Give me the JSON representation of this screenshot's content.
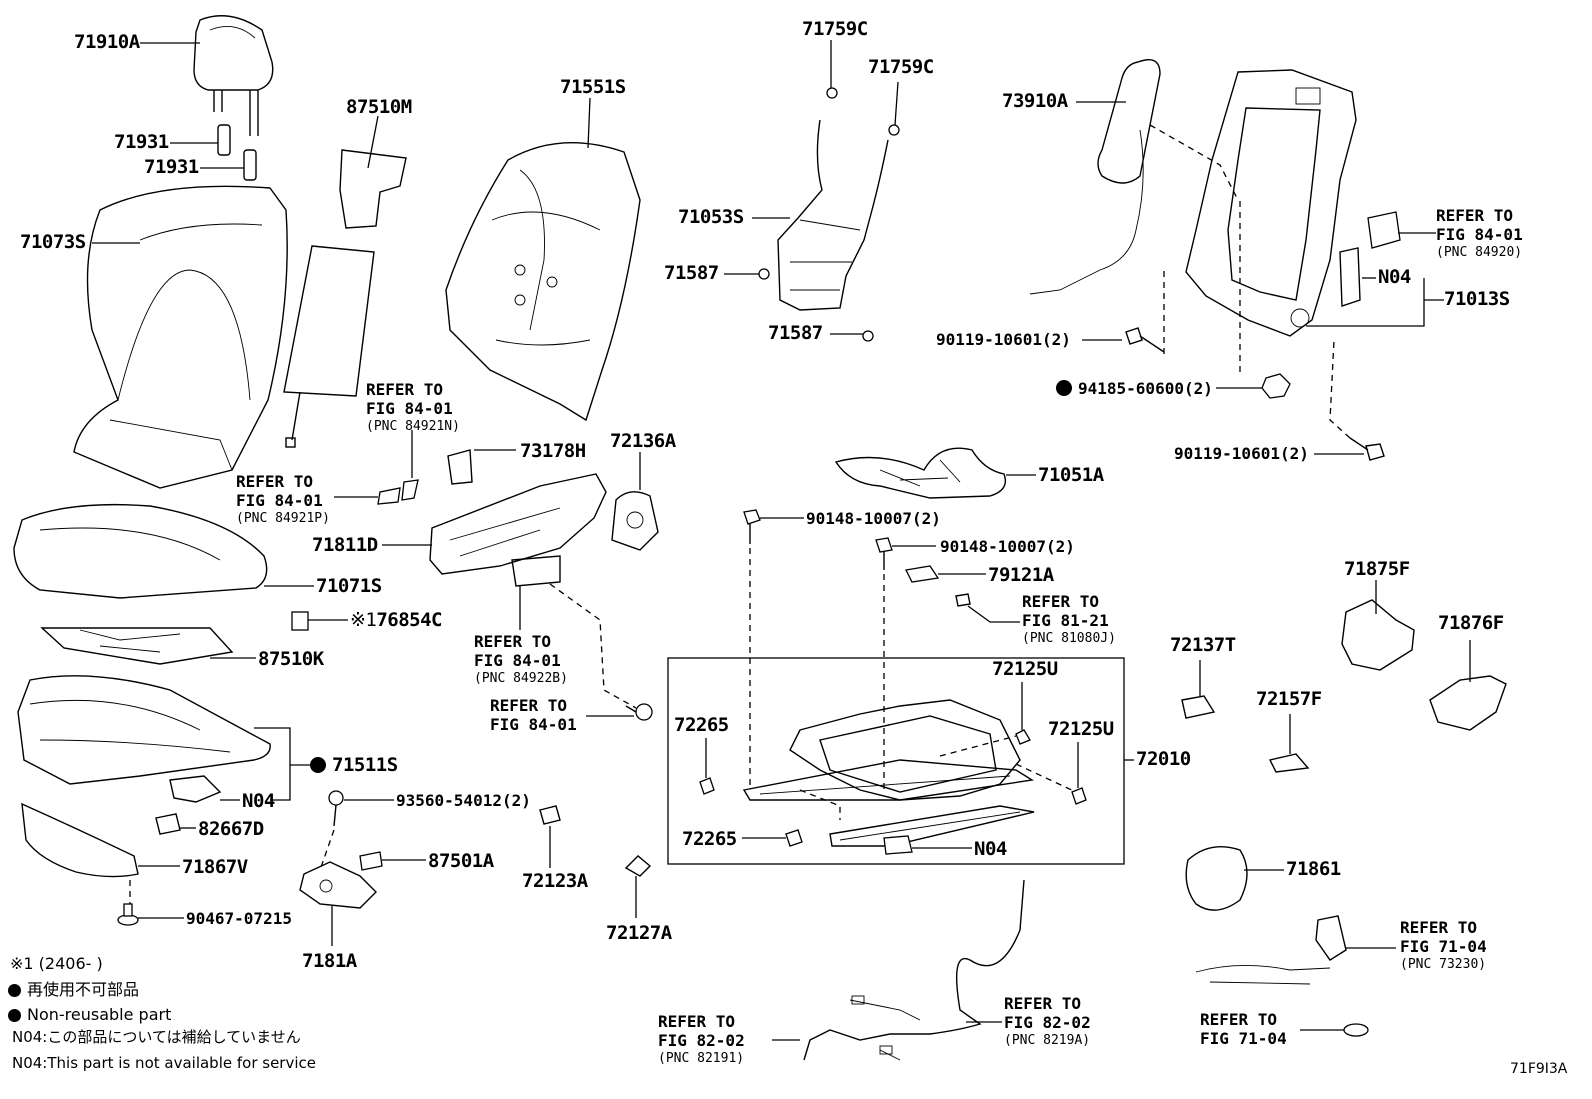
{
  "diagram_id": "71F9I3A",
  "parts": {
    "p71910A": "71910A",
    "p71931a": "71931",
    "p71931b": "71931",
    "p71073S": "71073S",
    "p87510M": "87510M",
    "p71551S": "71551S",
    "p71759Ca": "71759C",
    "p71759Cb": "71759C",
    "p71053S": "71053S",
    "p71587a": "71587",
    "p71587b": "71587",
    "p73910A": "73910A",
    "p71013S": "71013S",
    "pN04a": "N04",
    "p90119a": "90119-10601(2)",
    "p94185": "94185-60600(2)",
    "p90119b": "90119-10601(2)",
    "p73178H": "73178H",
    "p72136A": "72136A",
    "p71811D": "71811D",
    "p71051A": "71051A",
    "p90148a": "90148-10007(2)",
    "p90148b": "90148-10007(2)",
    "p79121A": "79121A",
    "p71071S": "71071S",
    "p76854C": "76854C",
    "p87510K": "87510K",
    "p71875F": "71875F",
    "p71876F": "71876F",
    "p72137T": "72137T",
    "p72125Ua": "72125U",
    "p72125Ub": "72125U",
    "p72265a": "72265",
    "p72265b": "72265",
    "p72010": "72010",
    "pN04b": "N04",
    "p72157F": "72157F",
    "p71511S": "71511S",
    "pN04c": "N04",
    "p82667D": "82667D",
    "p93560": "93560-54012(2)",
    "p87501A": "87501A",
    "p72123A": "72123A",
    "p71867V": "71867V",
    "p90467": "90467-07215",
    "p7181A": "7181A",
    "p72127A": "72127A",
    "p71861": "71861"
  },
  "refs": {
    "r1": {
      "line1": "REFER TO",
      "line2": "FIG 84-01",
      "pnc": "(PNC 84921N)"
    },
    "r2": {
      "line1": "REFER TO",
      "line2": "FIG 84-01",
      "pnc": "(PNC 84921P)"
    },
    "r3": {
      "line1": "REFER TO",
      "line2": "FIG 84-01",
      "pnc": "(PNC 84920)"
    },
    "r4": {
      "line1": "REFER TO",
      "line2": "FIG 81-21",
      "pnc": "(PNC 81080J)"
    },
    "r5": {
      "line1": "REFER TO",
      "line2": "FIG 84-01",
      "pnc": "(PNC 84922B)"
    },
    "r6": {
      "line1": "REFER TO",
      "line2": "FIG 84-01"
    },
    "r7": {
      "line1": "REFER TO",
      "line2": "FIG 71-04",
      "pnc": "(PNC 73230)"
    },
    "r8": {
      "line1": "REFER TO",
      "line2": "FIG 82-02",
      "pnc": "(PNC 82191)"
    },
    "r9": {
      "line1": "REFER TO",
      "line2": "FIG 82-02",
      "pnc": "(PNC 8219A)"
    },
    "r10": {
      "line1": "REFER TO",
      "line2": "FIG 71-04"
    }
  },
  "footnote_mark": "※1",
  "legend": {
    "date_note": "※1 (2406-     )",
    "nonreusable_jp": "再使用不可部品",
    "nonreusable_en": "Non-reusable part",
    "n04_jp": "N04:この部品については補給していません",
    "n04_en": "N04:This part is not available for service"
  }
}
